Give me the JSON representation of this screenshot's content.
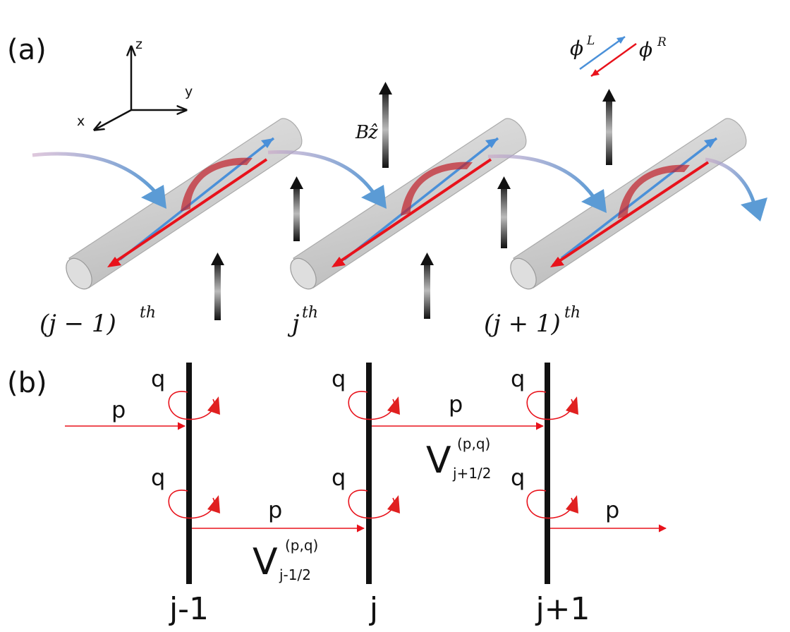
{
  "panel_a": {
    "label": "(a)",
    "axes": {
      "x": "x",
      "y": "y",
      "z": "z"
    },
    "field": {
      "letter": "B",
      "vector": "ẑ"
    },
    "legend": {
      "left_symbol": "ϕ",
      "left_sup": "L",
      "right_symbol": "ϕ",
      "right_sup": "R",
      "left_color": "#4a90d9",
      "right_color": "#e8121b"
    },
    "wires": [
      {
        "base": "(j − 1)",
        "sup": "th"
      },
      {
        "base": "j",
        "sup": "th"
      },
      {
        "base": "(j + 1)",
        "sup": "th"
      }
    ]
  },
  "panel_b": {
    "label": "(b)",
    "q_label": "q",
    "p_label": "p",
    "coupling_left": {
      "main": "V",
      "sup": "(p,q)",
      "sub": "j-1/2"
    },
    "coupling_right": {
      "main": "V",
      "sup": "(p,q)",
      "sub": "j+1/2"
    },
    "wire_labels": [
      "j-1",
      "j",
      "j+1"
    ],
    "arrow_color": "#e8121b"
  }
}
